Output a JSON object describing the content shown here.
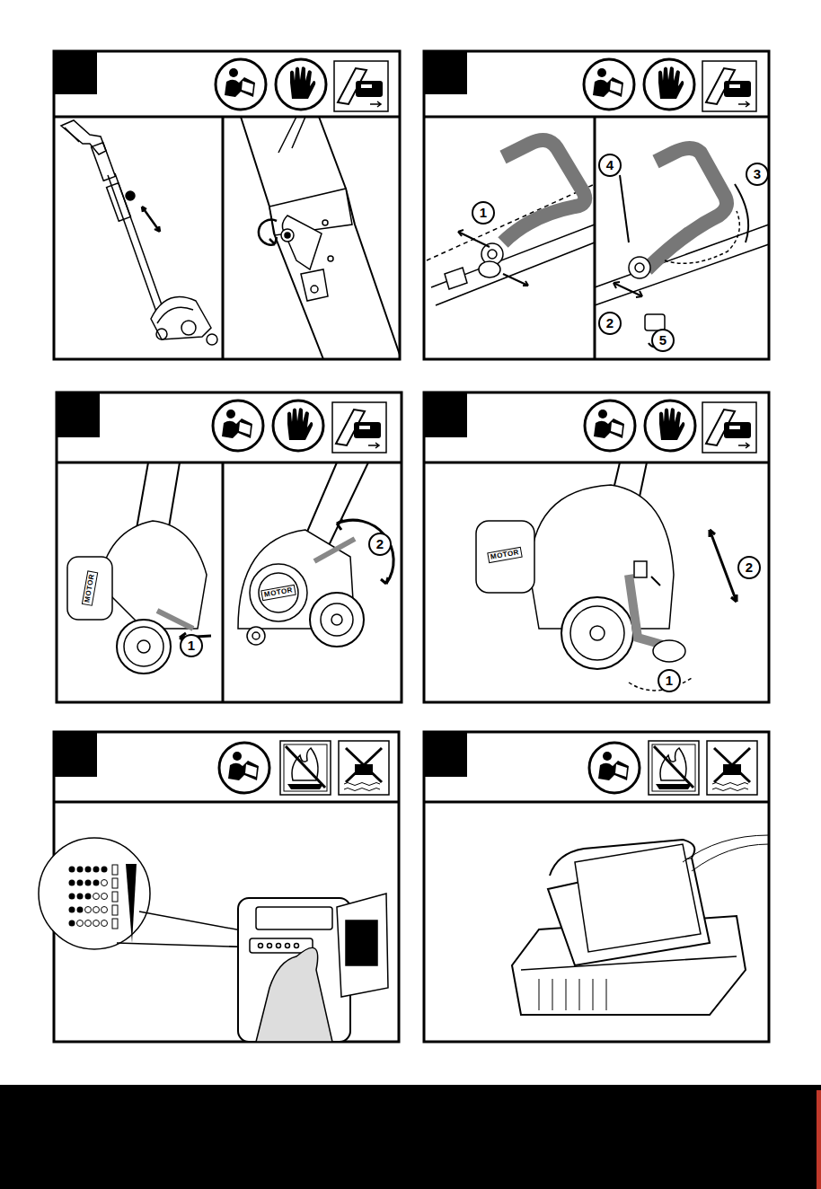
{
  "diagram": {
    "labels": [
      "1",
      "4",
      "3",
      "2",
      "5",
      "1",
      "2",
      "MOTOR",
      "MOTOR",
      "MOTOR",
      "1",
      "2"
    ]
  }
}
